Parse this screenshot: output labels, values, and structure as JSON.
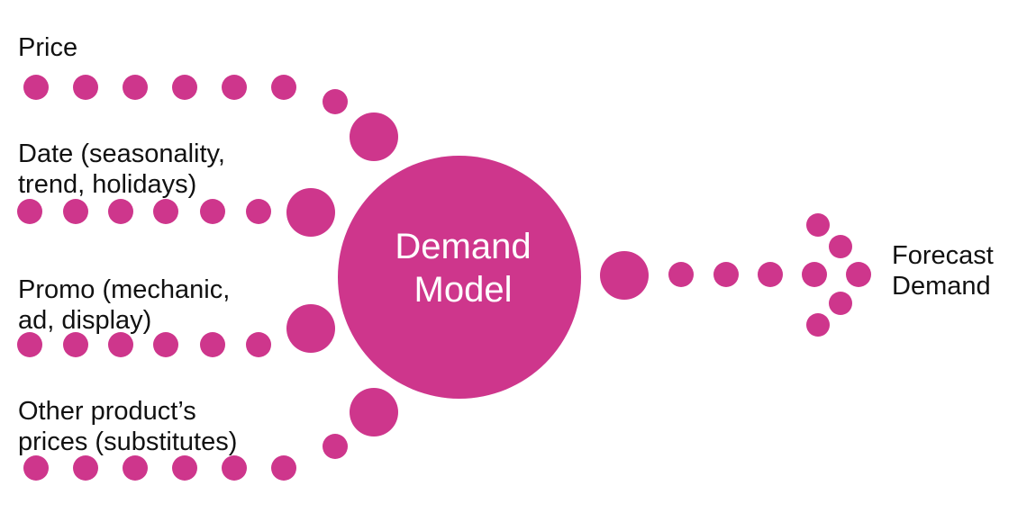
{
  "colors": {
    "dot": "#CE368C",
    "text": "#111111",
    "center_text": "#ffffff"
  },
  "inputs": [
    {
      "label": "Price"
    },
    {
      "label": "Date (seasonality,\ntrend, holidays)"
    },
    {
      "label": "Promo (mechanic,\nad, display)"
    },
    {
      "label": "Other product’s\nprices (substitutes)"
    }
  ],
  "center": {
    "line1": "Demand",
    "line2": "Model"
  },
  "output": {
    "label": "Forecast\nDemand"
  }
}
